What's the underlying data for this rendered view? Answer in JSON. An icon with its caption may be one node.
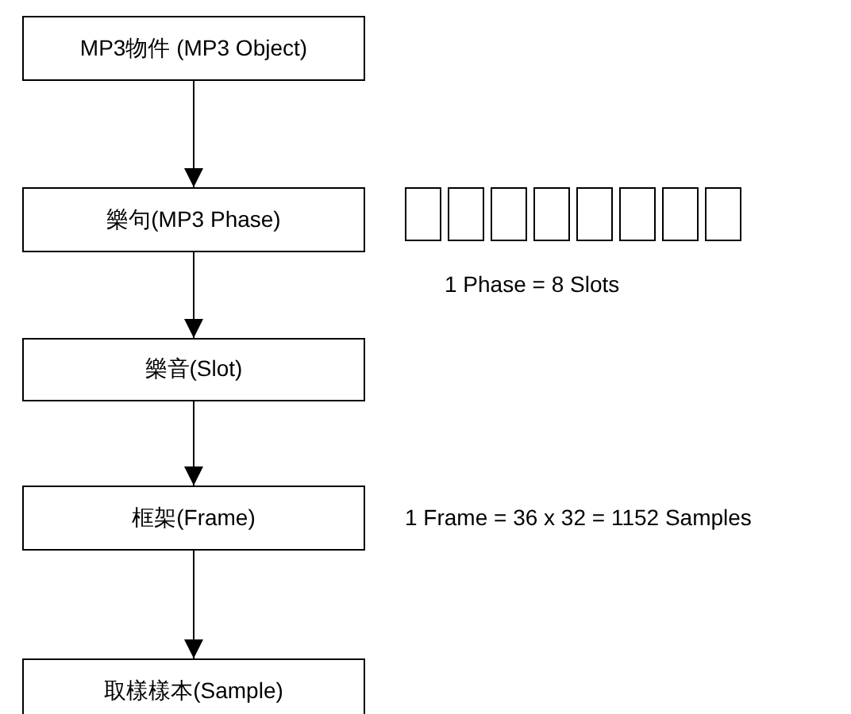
{
  "diagram": {
    "nodes": [
      {
        "text": [
          "MP3物件 (MP3 Object)"
        ]
      },
      {
        "text": [
          "樂句(MP3 Phase)"
        ]
      },
      {
        "text": [
          "樂音(Slot)"
        ]
      },
      {
        "text": [
          "框架(Frame)"
        ]
      },
      {
        "text": [
          "取樣樣本(Sample)"
        ]
      },
      {
        "text": [],
        "shape": "box"
      },
      {
        "text": [],
        "shape": "box"
      },
      {
        "text": [],
        "shape": "box"
      },
      {
        "text": [],
        "shape": "box"
      },
      {
        "text": [],
        "shape": "box"
      },
      {
        "text": [],
        "shape": "box"
      },
      {
        "text": [],
        "shape": "box"
      },
      {
        "text": [],
        "shape": "box"
      }
    ],
    "edges": [
      {
        "from": 0,
        "to": 1,
        "arrow": "to"
      },
      {
        "from": 1,
        "to": 2,
        "arrow": "to"
      },
      {
        "from": 2,
        "to": 3,
        "arrow": "to"
      },
      {
        "from": 3,
        "to": 4,
        "arrow": "to"
      }
    ],
    "labels": [
      "1 Phase = 8 Slots",
      "1 Frame = 36 x 32 = 1152 Samples"
    ]
  }
}
